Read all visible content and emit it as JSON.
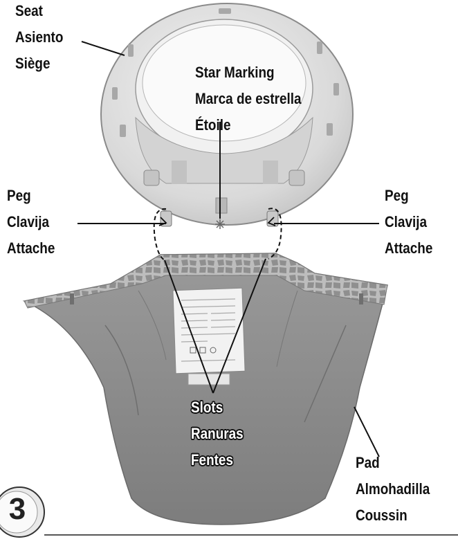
{
  "labels": {
    "seat": [
      "Seat",
      "Asiento",
      "Siège"
    ],
    "star_marking": [
      "Star Marking",
      "Marca de estrella",
      "Étoile"
    ],
    "peg_left": [
      "Peg",
      "Clavija",
      "Attache"
    ],
    "peg_right": [
      "Peg",
      "Clavija",
      "Attache"
    ],
    "slots": [
      "Slots",
      "Ranuras",
      "Fentes"
    ],
    "pad": [
      "Pad",
      "Almohadilla",
      "Coussin"
    ]
  },
  "step_number": "3",
  "colors": {
    "seat_plastic": "#dcdcdc",
    "pad_fabric": "#8c8c8c",
    "pattern_band": "#9a9a9a",
    "label_tag": "#f4f4f4",
    "leader_line": "#111111"
  },
  "icons": [
    "star-marking-icon"
  ]
}
